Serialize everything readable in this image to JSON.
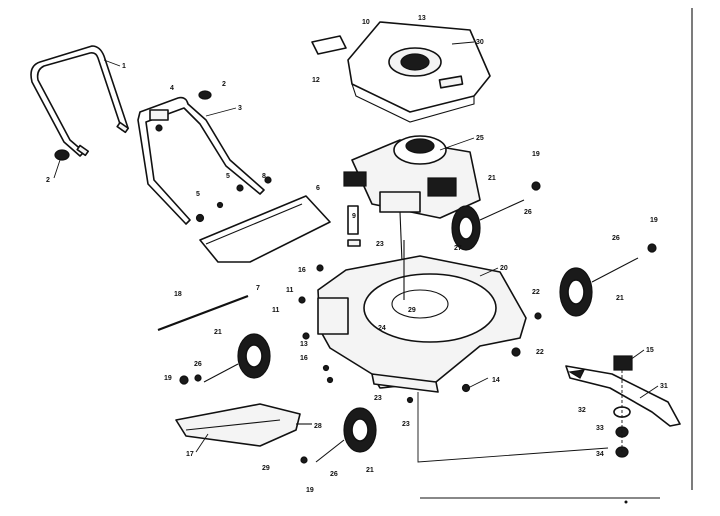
{
  "parts": [
    {
      "id": "upper-handle",
      "number": "1"
    },
    {
      "id": "handle-knob",
      "number": "2"
    },
    {
      "id": "lower-handle",
      "number": "3"
    },
    {
      "id": "bolt",
      "number": "4"
    },
    {
      "id": "engine-top-left",
      "number": "10"
    },
    {
      "id": "engine-top-right",
      "number": "13"
    },
    {
      "id": "decal",
      "number": "12"
    },
    {
      "id": "engine-shroud",
      "number": "30"
    },
    {
      "id": "engine",
      "number": "25"
    },
    {
      "id": "nut-right",
      "number": "19"
    },
    {
      "id": "rear-wheel-right",
      "number": "21"
    },
    {
      "id": "axle-bolt",
      "number": "26"
    },
    {
      "id": "deck",
      "number": "20"
    },
    {
      "id": "blade",
      "number": "31"
    },
    {
      "id": "blade-adapter",
      "number": "15"
    },
    {
      "id": "grass-chute",
      "number": "17"
    },
    {
      "id": "front-wheel",
      "number": "21"
    },
    {
      "id": "axle-rod",
      "number": "18"
    },
    {
      "id": "washer",
      "number": "22"
    },
    {
      "id": "bracket",
      "number": "16"
    }
  ],
  "callouts": [
    {
      "text": "1"
    },
    {
      "text": "2"
    },
    {
      "text": "2"
    },
    {
      "text": "3"
    },
    {
      "text": "4"
    },
    {
      "text": "5"
    },
    {
      "text": "5"
    },
    {
      "text": "6"
    },
    {
      "text": "10"
    },
    {
      "text": "13"
    },
    {
      "text": "12"
    },
    {
      "text": "30"
    },
    {
      "text": "25"
    },
    {
      "text": "19"
    },
    {
      "text": "26"
    },
    {
      "text": "21"
    },
    {
      "text": "27"
    },
    {
      "text": "23"
    },
    {
      "text": "20"
    },
    {
      "text": "19"
    },
    {
      "text": "26"
    },
    {
      "text": "21"
    },
    {
      "text": "22"
    },
    {
      "text": "16"
    },
    {
      "text": "14"
    },
    {
      "text": "11"
    },
    {
      "text": "18"
    },
    {
      "text": "7"
    },
    {
      "text": "11"
    },
    {
      "text": "9"
    },
    {
      "text": "13"
    },
    {
      "text": "21"
    },
    {
      "text": "19"
    },
    {
      "text": "26"
    },
    {
      "text": "16"
    },
    {
      "text": "23"
    },
    {
      "text": "22"
    },
    {
      "text": "24"
    },
    {
      "text": "29"
    },
    {
      "text": "17"
    },
    {
      "text": "28"
    },
    {
      "text": "29"
    },
    {
      "text": "19"
    },
    {
      "text": "26"
    },
    {
      "text": "21"
    },
    {
      "text": "23"
    },
    {
      "text": "15"
    },
    {
      "text": "31"
    },
    {
      "text": "32"
    },
    {
      "text": "33"
    },
    {
      "text": "34"
    },
    {
      "text": "8"
    }
  ]
}
